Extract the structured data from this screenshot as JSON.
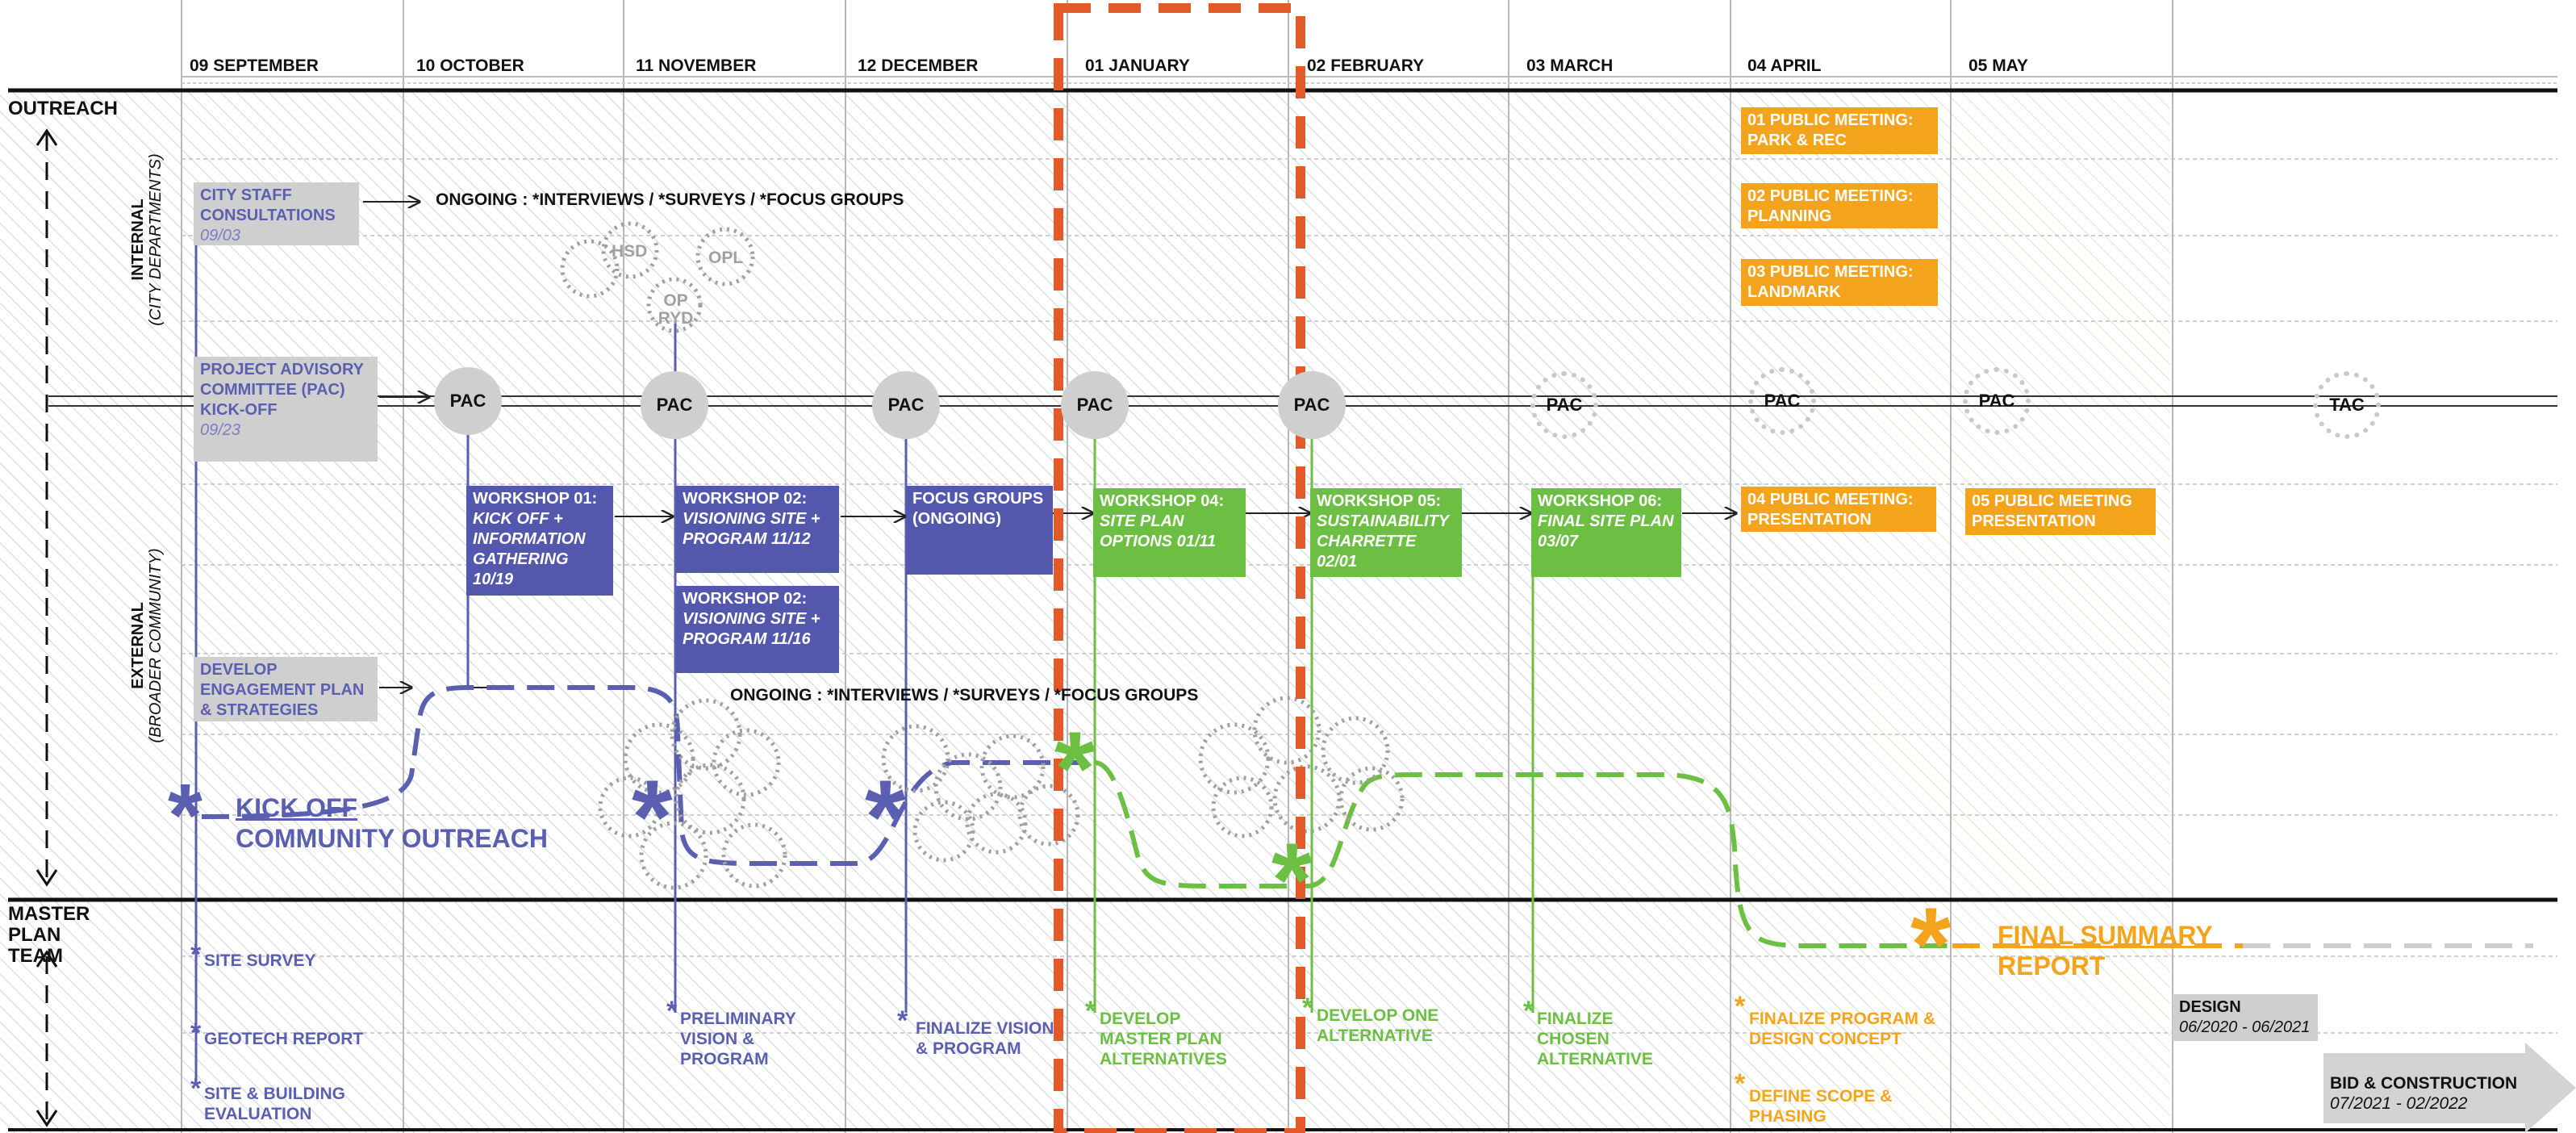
{
  "months": [
    "09 SEPTEMBER",
    "10 OCTOBER",
    "11 NOVEMBER",
    "12 DECEMBER",
    "01 JANUARY",
    "02 FEBRUARY",
    "03 MARCH",
    "04 APRIL",
    "05 MAY"
  ],
  "sections": {
    "outreach": "OUTREACH",
    "team": "MASTER PLAN TEAM",
    "internal": "INTERNAL",
    "internal_sub": "(CITY DEPARTMENTS)",
    "external": "EXTERNAL",
    "external_sub": "(BROADER COMMUNITY)"
  },
  "gray": {
    "city_staff": "CITY STAFF CONSULTATIONS",
    "city_staff_date": "09/03",
    "pac_kickoff": "PROJECT ADVISORY COMMITTEE (PAC) KICK-OFF",
    "pac_kickoff_date": "09/23",
    "engagement": "DEVELOP ENGAGEMENT PLAN & STRATEGIES",
    "design": "DESIGN",
    "design_date": "06/2020 - 06/2021",
    "bid": "BID & CONSTRUCTION",
    "bid_date": "07/2021 - 02/2022"
  },
  "ongoing": {
    "internal": "ONGOING : *INTERVIEWS / *SURVEYS / *FOCUS GROUPS",
    "external": "ONGOING : *INTERVIEWS / *SURVEYS / *FOCUS GROUPS"
  },
  "clusters": [
    "HSD",
    "OPL",
    "OP RYD"
  ],
  "pac": [
    "PAC",
    "PAC",
    "PAC",
    "PAC",
    "PAC",
    "PAC",
    "PAC",
    "PAC",
    "TAC"
  ],
  "workshops": [
    {
      "title": "WORKSHOP 01:",
      "body": "KICK OFF + INFORMATION GATHERING 10/19"
    },
    {
      "title": "WORKSHOP 02:",
      "body": "VISIONING SITE + PROGRAM 11/12"
    },
    {
      "title": "WORKSHOP 02:",
      "body": "VISIONING SITE + PROGRAM 11/16"
    },
    {
      "title": "FOCUS GROUPS (ONGOING)",
      "body": ""
    },
    {
      "title": "WORKSHOP 04:",
      "body": "SITE PLAN OPTIONS 01/11"
    },
    {
      "title": "WORKSHOP 05:",
      "body": "SUSTAINABILITY CHARRETTE 02/01"
    },
    {
      "title": "WORKSHOP 06:",
      "body": "FINAL SITE PLAN 03/07"
    }
  ],
  "meetings": [
    "01 PUBLIC MEETING: PARK & REC",
    "02 PUBLIC MEETING: PLANNING",
    "03 PUBLIC MEETING: LANDMARK",
    "04 PUBLIC MEETING: PRESENTATION",
    "05 PUBLIC MEETING PRESENTATION"
  ],
  "labels": {
    "kickoff_1": "KICK OFF",
    "kickoff_2": "COMMUNITY OUTREACH",
    "final_1": "FINAL SUMMARY",
    "final_2": "REPORT"
  },
  "deliverables": [
    "SITE SURVEY",
    "GEOTECH REPORT",
    "SITE & BUILDING EVALUATION",
    "PRELIMINARY VISION & PROGRAM",
    "FINALIZE VISION & PROGRAM",
    "DEVELOP MASTER PLAN ALTERNATIVES",
    "DEVELOP ONE ALTERNATIVE",
    "FINALIZE CHOSEN ALTERNATIVE",
    "FINALIZE PROGRAM & DESIGN CONCEPT",
    "DEFINE SCOPE & PHASING"
  ],
  "colors": {
    "blue": "#5358ad",
    "green": "#6cbf43",
    "orange": "#f4a41c",
    "highlight": "#e35a2a",
    "gray": "#cfcfd0"
  }
}
